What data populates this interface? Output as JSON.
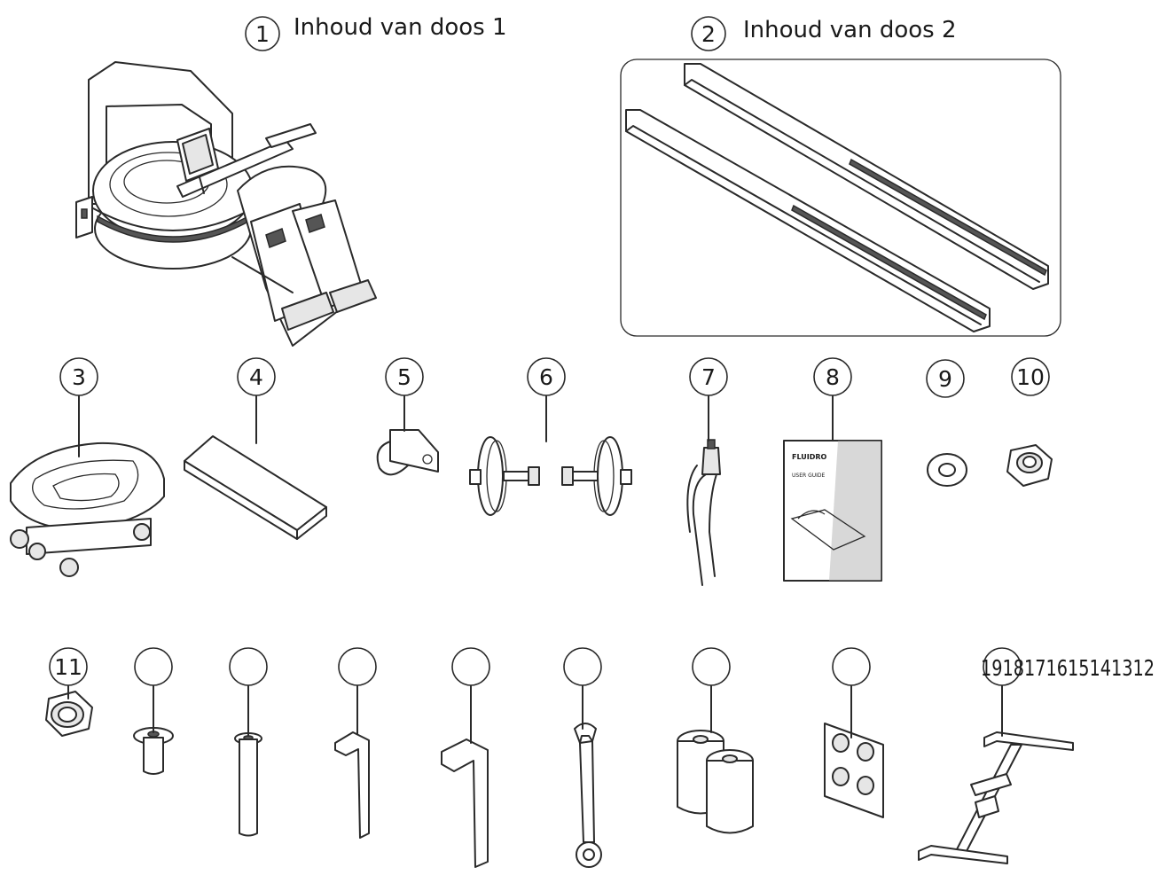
{
  "box1": {
    "number": "1",
    "title": "Inhoud van doos 1"
  },
  "box2": {
    "number": "2",
    "title": "Inhoud van doos 2"
  },
  "parts": [
    {
      "id": "3",
      "label": "3"
    },
    {
      "id": "4",
      "label": "4"
    },
    {
      "id": "5",
      "label": "5"
    },
    {
      "id": "6",
      "label": "6"
    },
    {
      "id": "7",
      "label": "7"
    },
    {
      "id": "8",
      "label": "8"
    },
    {
      "id": "9",
      "label": "9"
    },
    {
      "id": "10",
      "label": "10"
    },
    {
      "id": "11",
      "label": "11"
    }
  ],
  "stacked_label": "1918171615141312",
  "manual": {
    "brand": "FLUIDRO",
    "title": "USER GUIDE"
  }
}
